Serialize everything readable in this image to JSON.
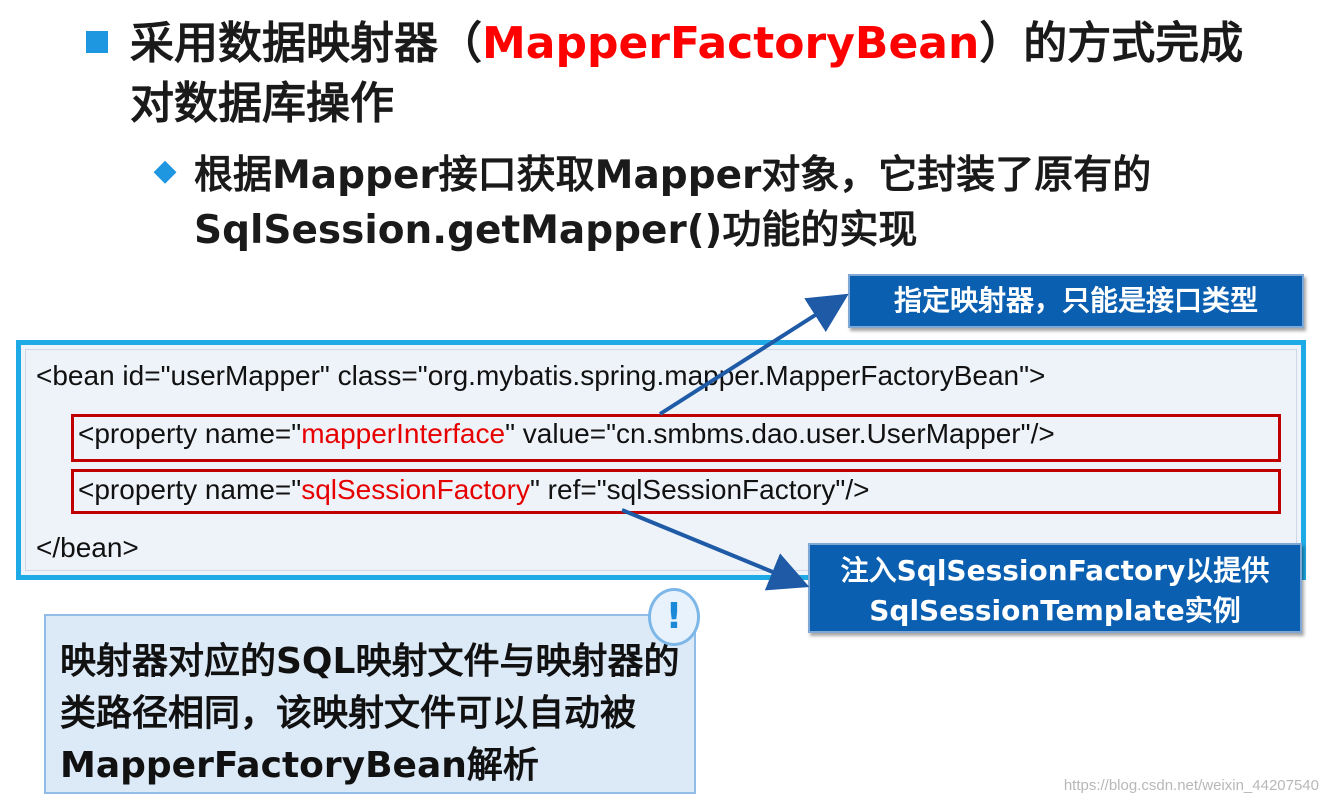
{
  "heading": {
    "prefix": "采用数据映射器（",
    "highlight": "MapperFactoryBean",
    "suffix": "）的方式完成对数据库操作"
  },
  "subpoint": "根据Mapper接口获取Mapper对象，它封装了原有的SqlSession.getMapper()功能的实现",
  "callouts": {
    "top": "指定映射器，只能是接口类型",
    "bottom_line1": "注入SqlSessionFactory以提供",
    "bottom_line2": "SqlSessionTemplate实例"
  },
  "code": {
    "line1": "<bean id=\"userMapper\" class=\"org.mybatis.spring.mapper.MapperFactoryBean\">",
    "line2_pre": "<property name=\"",
    "line2_red": "mapperInterface",
    "line2_post": "\" value=\"cn.smbms.dao.user.UserMapper\"/>",
    "line3_pre": "<property name=\"",
    "line3_red": "sqlSessionFactory",
    "line3_post": "\" ref=\"sqlSessionFactory\"/>",
    "line4": "</bean>"
  },
  "note": {
    "icon": "!",
    "text": "映射器对应的SQL映射文件与映射器的类路径相同，该映射文件可以自动被MapperFactoryBean解析"
  },
  "watermark": "https://blog.csdn.net/weixin_44207540",
  "colors": {
    "accent_blue": "#1e96e0",
    "callout_bg": "#0a5fb0",
    "highlight_red": "#ff0000",
    "box_red": "#c00000"
  }
}
